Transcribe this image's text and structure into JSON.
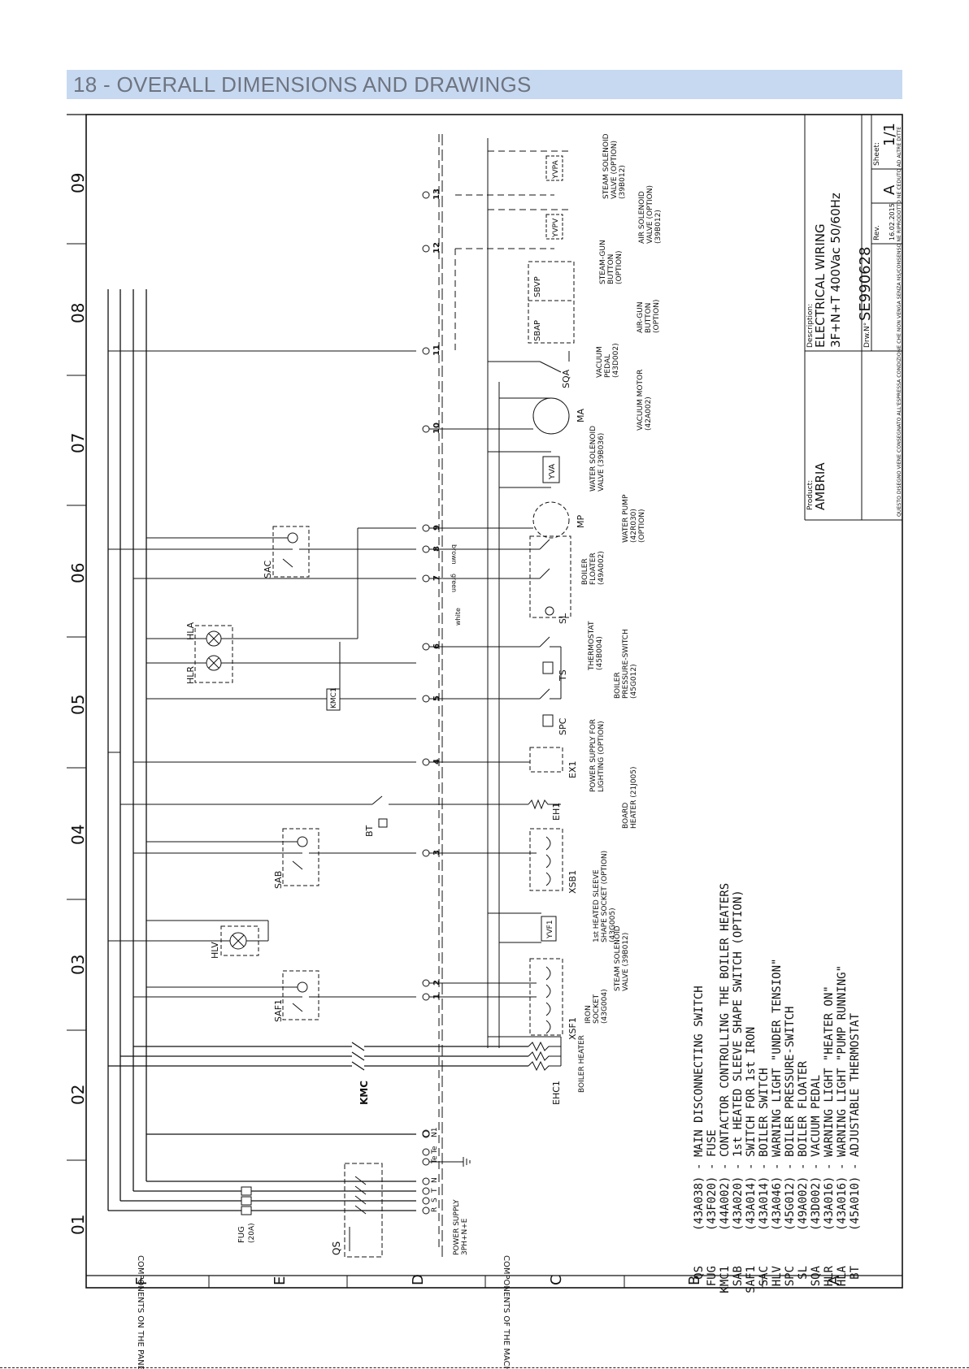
{
  "page": {
    "section_title": "18 - OVERALL DIMENSIONS AND DRAWINGS"
  },
  "frame": {
    "column_numbers": [
      "01",
      "02",
      "03",
      "04",
      "05",
      "06",
      "07",
      "08",
      "09"
    ],
    "row_letters": [
      "A",
      "B",
      "C",
      "D",
      "E",
      "F"
    ]
  },
  "title_block": {
    "product_label": "Product:",
    "product": "AMBRIA",
    "description_label": "Description:",
    "description_line1": "ELECTRICAL WIRING",
    "description_line2": "3F+N+T 400Vac 50/60Hz",
    "drawing_label": "Drw.N°",
    "drawing_number": "SE990628",
    "rev_label": "Rev.",
    "rev": "A",
    "rev_date": "16.02.2015",
    "sheet_label": "Sheet:",
    "sheet": "1/1",
    "notice": "QUESTO DISEGNO VIENE CONSEGNATO ALL'ESPRESSA CONDIZIONE CHE NON VENGA SENZA NS/CONSENSO NE RIPRODOTTO NE CEDUTO AD ALTRE DITTE"
  },
  "regions": {
    "panel": "COMPONENTS ON THE PANEL",
    "machine": "COMPONENTS OF THE MACHINE"
  },
  "legend": [
    {
      "code": "QS",
      "ref": "(43A038)",
      "desc": "MAIN DISCONNECTING SWITCH"
    },
    {
      "code": "FUG",
      "ref": "(43F020)",
      "desc": "FUSE"
    },
    {
      "code": "KMC1",
      "ref": "(44A002)",
      "desc": "CONTACTOR CONTROLLING THE BOILER HEATERS"
    },
    {
      "code": "SAB",
      "ref": "(43A020)",
      "desc": "1st HEATED SLEEVE SHAPE SWITCH (OPTION)"
    },
    {
      "code": "SAF1",
      "ref": "(43A014)",
      "desc": "SWITCH FOR 1st IRON"
    },
    {
      "code": "SAC",
      "ref": "(43A014)",
      "desc": "BOILER SWITCH"
    },
    {
      "code": "HLV",
      "ref": "(43A046)",
      "desc": "WARNING LIGHT \"UNDER TENSION\""
    },
    {
      "code": "SPC",
      "ref": "(45G012)",
      "desc": "BOILER PRESSURE-SWITCH"
    },
    {
      "code": "SL",
      "ref": "(49A002)",
      "desc": "BOILER FLOATER"
    },
    {
      "code": "SQA",
      "ref": "(43D002)",
      "desc": "VACUUM PEDAL"
    },
    {
      "code": "HLR",
      "ref": "(43A016)",
      "desc": "WARNING LIGHT \"HEATER ON\""
    },
    {
      "code": "HLA",
      "ref": "(43A016)",
      "desc": "WARNING LIGHT \"PUMP RUNNING\""
    },
    {
      "code": "BT",
      "ref": "(45A010)",
      "desc": "ADJUSTABLE THERMOSTAT"
    }
  ],
  "components": {
    "qs": "QS",
    "fug": "FUG",
    "fug_rating": "(20A)",
    "power_supply": "POWER SUPPLY",
    "power_supply_spec": "3PH+N+E",
    "kmc": "KMC",
    "kmc1": "KMC1",
    "ehc1": "EHC1",
    "boiler_heater": "BOILER HEATER",
    "saf1": "SAF1",
    "hlv": "HLV",
    "sab": "SAB",
    "bt": "BT",
    "hlr": "HLR",
    "hla": "HLA",
    "sac": "SAC",
    "xsf1": "XSF1",
    "iron_socket": [
      "IRON",
      "SOCKET",
      "(43G004)"
    ],
    "yvf1": "YVF1",
    "steam_valve": [
      "STEAM SOLENOID",
      "VALVE (39B012)"
    ],
    "xsb1": "XSB1",
    "sleeve_socket": [
      "1st HEATED SLEEVE",
      "SHAPE SOCKET (OPTION)",
      "(43G005)"
    ],
    "eh1": "EH1",
    "board_heater": [
      "BOARD",
      "HEATER (21J005)"
    ],
    "ex1": "EX1",
    "lighting": [
      "POWER SUPPLY FOR",
      "LIGHTING (OPTION)"
    ],
    "spc": "SPC",
    "ts": "TS",
    "pressure_switch": [
      "BOILER",
      "PRESSURE-SWITCH",
      "(45G012)"
    ],
    "thermostat": [
      "THERMOSTAT",
      "(45B004)"
    ],
    "sl": "SL",
    "floater": [
      "BOILER",
      "FLOATER",
      "(49A002)"
    ],
    "mp": "MP",
    "pump": [
      "WATER PUMP",
      "(42R030)",
      "(OPTION)"
    ],
    "yva": "YVA",
    "water_valve": [
      "WATER SOLENOID",
      "VALVE (39B036)"
    ],
    "ma": "MA",
    "vacuum_motor": [
      "VACUUM MOTOR",
      "(42A002)"
    ],
    "sqa": "SQA",
    "vacuum_pedal": [
      "VACUUM",
      "PEDAL",
      "(43D002)"
    ],
    "sbap": "SBAP",
    "sbvp": "SBVP",
    "air_gun": [
      "AIR-GUN",
      "BUTTON",
      "(OPTION)"
    ],
    "steam_gun": [
      "STEAM-GUN",
      "BUTTON",
      "(OPTION)"
    ],
    "yvpv": "YVPV",
    "yvpa": "YVPA",
    "air_valve": [
      "AIR SOLENOID",
      "VALVE (OPTION)",
      "(39B012)"
    ],
    "steam_valve_opt": [
      "STEAM SOLENOID",
      "VALVE (OPTION)",
      "(39B012)"
    ],
    "wire_brown": "brown",
    "wire_green": "green",
    "wire_white": "white"
  },
  "terminals": [
    "R",
    "S",
    "T",
    "N",
    "Te",
    "Te",
    "N1",
    "1",
    "2",
    "3",
    "4",
    "5",
    "6",
    "7",
    "8",
    "9",
    "10",
    "11",
    "12",
    "13"
  ]
}
